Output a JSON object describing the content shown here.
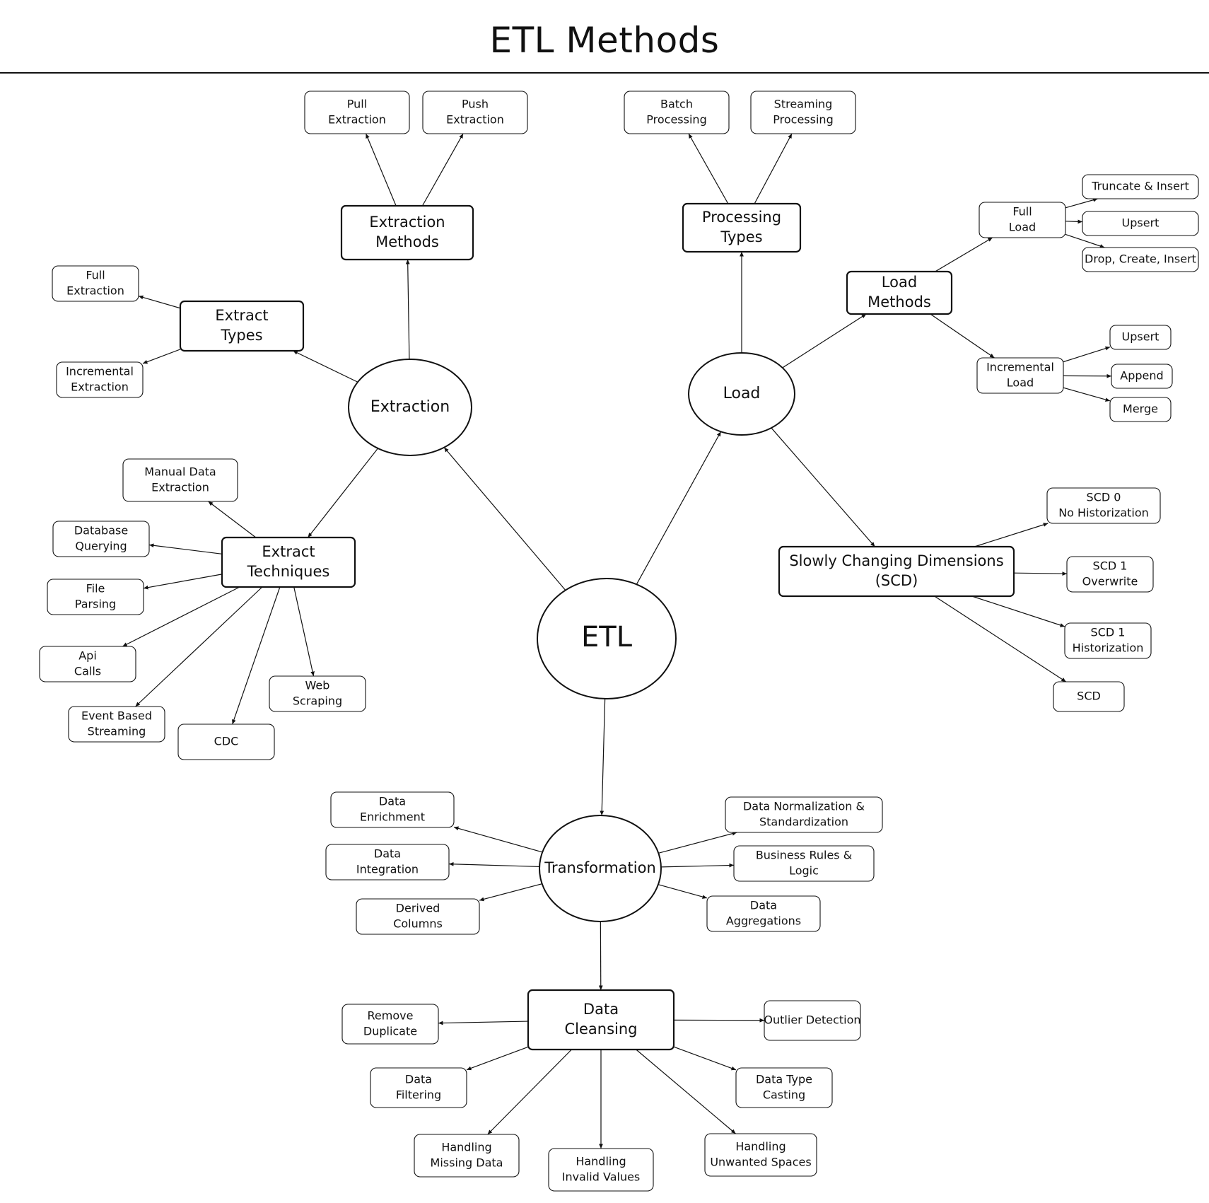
{
  "title": "ETL Methods",
  "colors": {
    "stroke": "#111111",
    "background": "#ffffff"
  },
  "nodes": [
    {
      "id": "etl",
      "shape": "ellipse",
      "lines": [
        "ETL"
      ]
    },
    {
      "id": "extraction",
      "shape": "ellipse",
      "lines": [
        "Extraction"
      ]
    },
    {
      "id": "load",
      "shape": "ellipse",
      "lines": [
        "Load"
      ]
    },
    {
      "id": "transformation",
      "shape": "ellipse",
      "lines": [
        "Transformation"
      ]
    },
    {
      "id": "extraction-methods",
      "shape": "box-bold",
      "lines": [
        "Extraction",
        "Methods"
      ]
    },
    {
      "id": "pull-extraction",
      "shape": "box",
      "lines": [
        "Pull",
        "Extraction"
      ]
    },
    {
      "id": "push-extraction",
      "shape": "box",
      "lines": [
        "Push",
        "Extraction"
      ]
    },
    {
      "id": "extract-types",
      "shape": "box-bold",
      "lines": [
        "Extract",
        "Types"
      ]
    },
    {
      "id": "full-extraction",
      "shape": "box",
      "lines": [
        "Full",
        "Extraction"
      ]
    },
    {
      "id": "incremental-extraction",
      "shape": "box",
      "lines": [
        "Incremental",
        "Extraction"
      ]
    },
    {
      "id": "extract-techniques",
      "shape": "box-bold",
      "lines": [
        "Extract",
        "Techniques"
      ]
    },
    {
      "id": "manual-data-extraction",
      "shape": "box",
      "lines": [
        "Manual Data",
        "Extraction"
      ]
    },
    {
      "id": "database-querying",
      "shape": "box",
      "lines": [
        "Database",
        "Querying"
      ]
    },
    {
      "id": "file-parsing",
      "shape": "box",
      "lines": [
        "File",
        "Parsing"
      ]
    },
    {
      "id": "api-calls",
      "shape": "box",
      "lines": [
        "Api",
        "Calls"
      ]
    },
    {
      "id": "event-based-streaming",
      "shape": "box",
      "lines": [
        "Event Based",
        "Streaming"
      ]
    },
    {
      "id": "cdc",
      "shape": "box",
      "lines": [
        "CDC"
      ]
    },
    {
      "id": "web-scraping",
      "shape": "box",
      "lines": [
        "Web",
        "Scraping"
      ]
    },
    {
      "id": "processing-types",
      "shape": "box-bold",
      "lines": [
        "Processing",
        "Types"
      ]
    },
    {
      "id": "batch-processing",
      "shape": "box",
      "lines": [
        "Batch",
        "Processing"
      ]
    },
    {
      "id": "streaming-processing",
      "shape": "box",
      "lines": [
        "Streaming",
        "Processing"
      ]
    },
    {
      "id": "load-methods",
      "shape": "box-bold",
      "lines": [
        "Load",
        "Methods"
      ]
    },
    {
      "id": "full-load",
      "shape": "box",
      "lines": [
        "Full",
        "Load"
      ]
    },
    {
      "id": "truncate-insert",
      "shape": "box",
      "lines": [
        "Truncate & Insert"
      ]
    },
    {
      "id": "upsert-full",
      "shape": "box",
      "lines": [
        "Upsert"
      ]
    },
    {
      "id": "drop-create-insert",
      "shape": "box",
      "lines": [
        "Drop, Create, Insert"
      ]
    },
    {
      "id": "incremental-load",
      "shape": "box",
      "lines": [
        "Incremental",
        "Load"
      ]
    },
    {
      "id": "upsert-incremental",
      "shape": "box",
      "lines": [
        "Upsert"
      ]
    },
    {
      "id": "append",
      "shape": "box",
      "lines": [
        "Append"
      ]
    },
    {
      "id": "merge",
      "shape": "box",
      "lines": [
        "Merge"
      ]
    },
    {
      "id": "scd",
      "shape": "box-bold",
      "lines": [
        "Slowly Changing Dimensions",
        "(SCD)"
      ]
    },
    {
      "id": "scd-0",
      "shape": "box",
      "lines": [
        "SCD 0",
        "No Historization"
      ]
    },
    {
      "id": "scd-1-overwrite",
      "shape": "box",
      "lines": [
        "SCD 1",
        "Overwrite"
      ]
    },
    {
      "id": "scd-1-historization",
      "shape": "box",
      "lines": [
        "SCD 1",
        "Historization"
      ]
    },
    {
      "id": "scd-plain",
      "shape": "box",
      "lines": [
        "SCD"
      ]
    },
    {
      "id": "data-enrichment",
      "shape": "box",
      "lines": [
        "Data",
        "Enrichment"
      ]
    },
    {
      "id": "data-integration",
      "shape": "box",
      "lines": [
        "Data",
        "Integration"
      ]
    },
    {
      "id": "derived-columns",
      "shape": "box",
      "lines": [
        "Derived",
        "Columns"
      ]
    },
    {
      "id": "data-normalization",
      "shape": "box",
      "lines": [
        "Data Normalization &",
        "Standardization"
      ]
    },
    {
      "id": "business-rules",
      "shape": "box",
      "lines": [
        "Business Rules &",
        "Logic"
      ]
    },
    {
      "id": "data-aggregations",
      "shape": "box",
      "lines": [
        "Data",
        "Aggregations"
      ]
    },
    {
      "id": "data-cleansing",
      "shape": "box-bold",
      "lines": [
        "Data",
        "Cleansing"
      ]
    },
    {
      "id": "remove-duplicate",
      "shape": "box",
      "lines": [
        "Remove",
        "Duplicate"
      ]
    },
    {
      "id": "data-filtering",
      "shape": "box",
      "lines": [
        "Data",
        "Filtering"
      ]
    },
    {
      "id": "handling-missing-data",
      "shape": "box",
      "lines": [
        "Handling",
        "Missing Data"
      ]
    },
    {
      "id": "handling-invalid-values",
      "shape": "box",
      "lines": [
        "Handling",
        "Invalid Values"
      ]
    },
    {
      "id": "handling-unwanted-spaces",
      "shape": "box",
      "lines": [
        "Handling",
        "Unwanted Spaces"
      ]
    },
    {
      "id": "data-type-casting",
      "shape": "box",
      "lines": [
        "Data Type",
        "Casting"
      ]
    },
    {
      "id": "outlier-detection",
      "shape": "box",
      "lines": [
        "Outlier Detection"
      ]
    }
  ],
  "edges": [
    [
      "etl",
      "extraction"
    ],
    [
      "etl",
      "load"
    ],
    [
      "etl",
      "transformation"
    ],
    [
      "extraction",
      "extraction-methods"
    ],
    [
      "extraction",
      "extract-types"
    ],
    [
      "extraction",
      "extract-techniques"
    ],
    [
      "extraction-methods",
      "pull-extraction"
    ],
    [
      "extraction-methods",
      "push-extraction"
    ],
    [
      "extract-types",
      "full-extraction"
    ],
    [
      "extract-types",
      "incremental-extraction"
    ],
    [
      "extract-techniques",
      "manual-data-extraction"
    ],
    [
      "extract-techniques",
      "database-querying"
    ],
    [
      "extract-techniques",
      "file-parsing"
    ],
    [
      "extract-techniques",
      "api-calls"
    ],
    [
      "extract-techniques",
      "event-based-streaming"
    ],
    [
      "extract-techniques",
      "cdc"
    ],
    [
      "extract-techniques",
      "web-scraping"
    ],
    [
      "load",
      "processing-types"
    ],
    [
      "load",
      "load-methods"
    ],
    [
      "load",
      "scd"
    ],
    [
      "processing-types",
      "batch-processing"
    ],
    [
      "processing-types",
      "streaming-processing"
    ],
    [
      "load-methods",
      "full-load"
    ],
    [
      "load-methods",
      "incremental-load"
    ],
    [
      "full-load",
      "truncate-insert"
    ],
    [
      "full-load",
      "upsert-full"
    ],
    [
      "full-load",
      "drop-create-insert"
    ],
    [
      "incremental-load",
      "upsert-incremental"
    ],
    [
      "incremental-load",
      "append"
    ],
    [
      "incremental-load",
      "merge"
    ],
    [
      "scd",
      "scd-0"
    ],
    [
      "scd",
      "scd-1-overwrite"
    ],
    [
      "scd",
      "scd-1-historization"
    ],
    [
      "scd",
      "scd-plain"
    ],
    [
      "transformation",
      "data-enrichment"
    ],
    [
      "transformation",
      "data-integration"
    ],
    [
      "transformation",
      "derived-columns"
    ],
    [
      "transformation",
      "data-normalization"
    ],
    [
      "transformation",
      "business-rules"
    ],
    [
      "transformation",
      "data-aggregations"
    ],
    [
      "transformation",
      "data-cleansing"
    ],
    [
      "data-cleansing",
      "remove-duplicate"
    ],
    [
      "data-cleansing",
      "data-filtering"
    ],
    [
      "data-cleansing",
      "handling-missing-data"
    ],
    [
      "data-cleansing",
      "handling-invalid-values"
    ],
    [
      "data-cleansing",
      "handling-unwanted-spaces"
    ],
    [
      "data-cleansing",
      "data-type-casting"
    ],
    [
      "data-cleansing",
      "outlier-detection"
    ]
  ]
}
